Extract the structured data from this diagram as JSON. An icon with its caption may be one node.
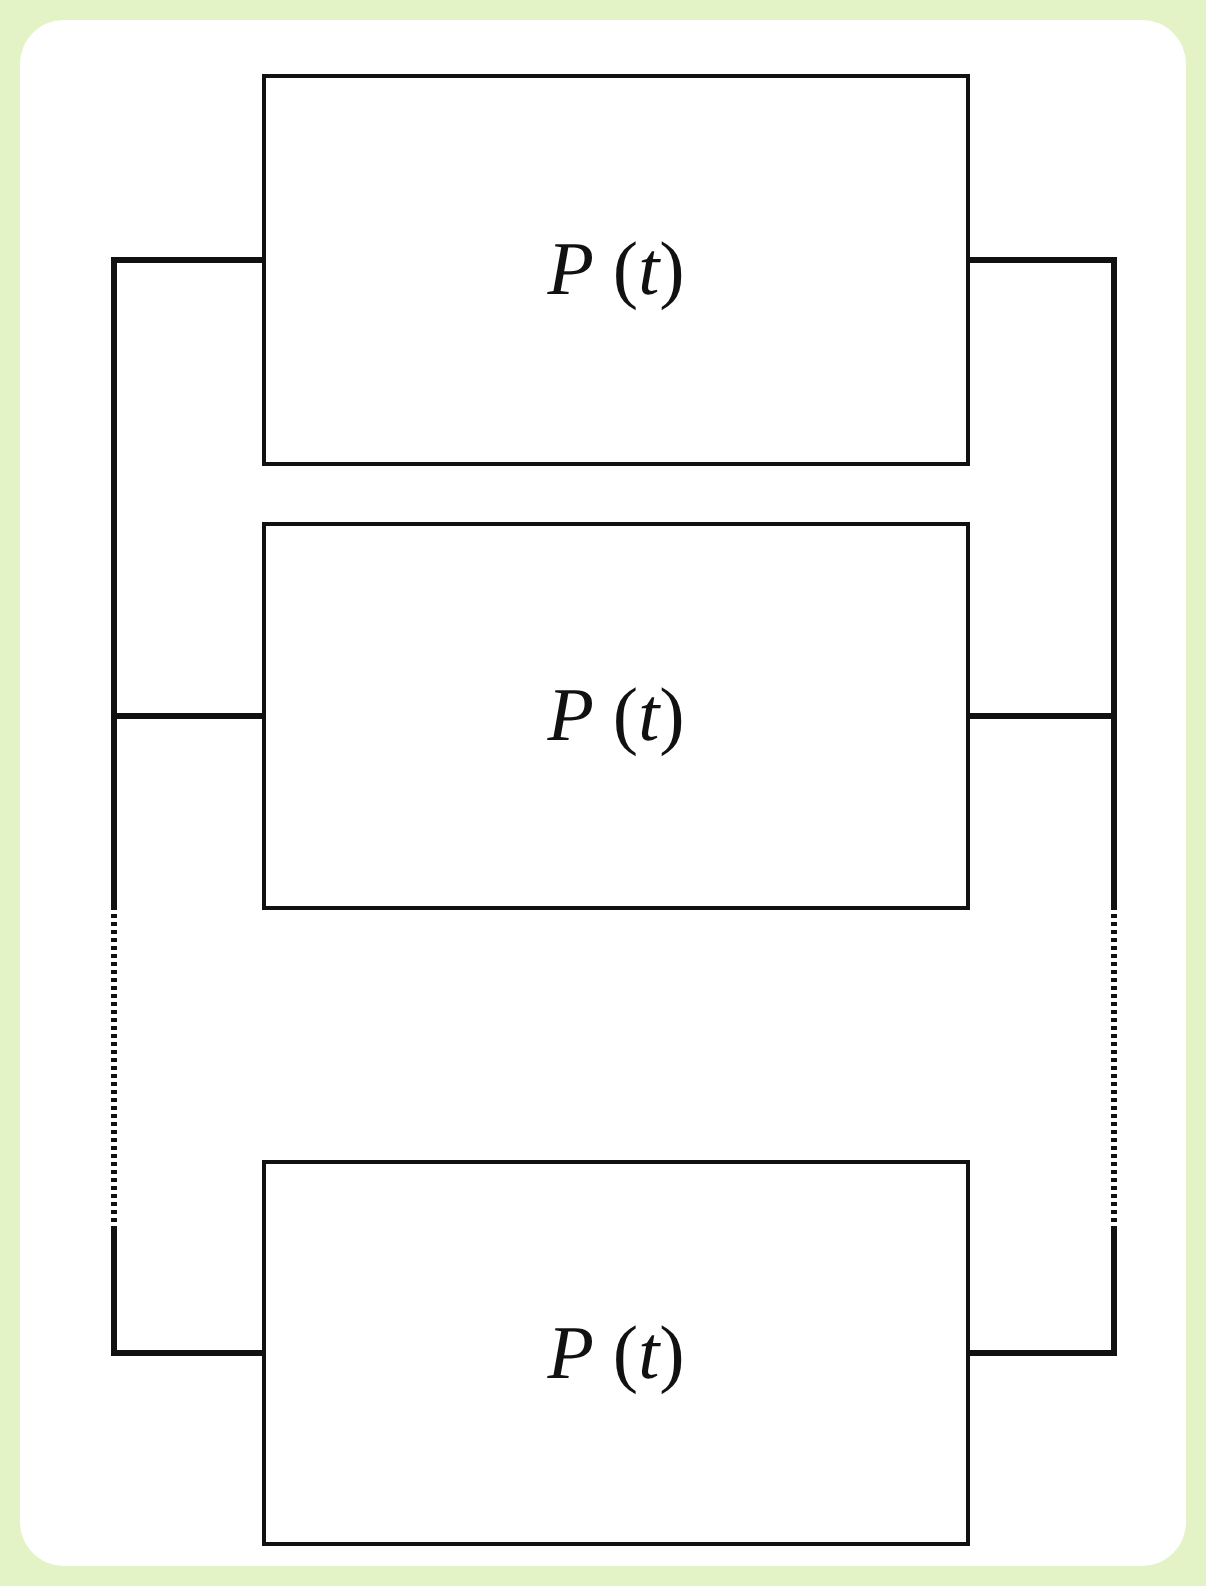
{
  "diagram": {
    "nodes": [
      {
        "text": [
          "*P* (*t*)"
        ]
      },
      {
        "text": [
          "*P* (*t*)"
        ]
      },
      {
        "text": [
          "*P* (*t*)"
        ]
      }
    ],
    "edges": [
      {
        "from": 0,
        "to": 1,
        "arrow": "none"
      },
      {
        "from": 1,
        "to": 2,
        "arrow": "none",
        "style": "dashed"
      },
      {
        "from": 0,
        "to": 1,
        "arrow": "none"
      },
      {
        "from": 1,
        "to": 2,
        "arrow": "none",
        "style": "dashed"
      }
    ]
  }
}
